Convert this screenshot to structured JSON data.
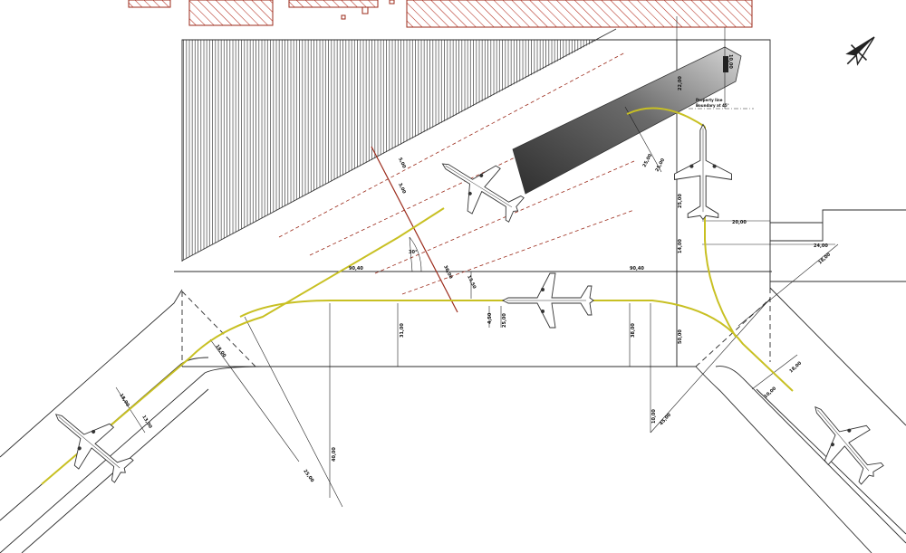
{
  "colors": {
    "taxi_path": "#c8c023",
    "pavement_line": "#2b2b2b",
    "dim_line": "#222222",
    "building_hatch": "#b22a1c",
    "marking_red": "#9b2a1a",
    "hangar_hatch": "#444444",
    "aircraft_fill": "#ffffff",
    "aircraft_stroke": "#333333",
    "shadow_dark": "#3a3a3a",
    "shadow_light": "#c9c9c9"
  },
  "icons": {
    "north_arrow": "north-arrow-icon",
    "aircraft": "aircraft-icon"
  },
  "dimensions": {
    "d_left": "90,40",
    "d_right": "90,40",
    "d_mid_a": "31,00",
    "d_mid_b": "38,00",
    "d_mid_c": "36,00",
    "d_mid_d": "4,50",
    "d_top_a": "5,00",
    "d_top_b": "3,00",
    "d_angle": "30°",
    "d_ra": "13,50",
    "d_rb": "22,00",
    "d_rc": "14,00",
    "d_rd": "20,00",
    "d_re": "24,00",
    "d_bl_a": "18,00",
    "d_bl_b": "13,00",
    "d_bl_c": "18,00",
    "d_bl_d": "40,00",
    "d_bl_e": "25,00",
    "d_br_a": "10,00",
    "d_br_b": "45,00",
    "d_br_c": "10,00",
    "d_br_d": "18,00",
    "d_br_e": "18,00",
    "d_v1": "25,00",
    "d_v2": "25,00",
    "d_v3": "25,00",
    "d_v4": "25,00",
    "d_v5": "50,00",
    "d_top_r": "10,00"
  },
  "notes": {
    "note_line1": "Property line",
    "note_line2": "Boundary at 45°"
  }
}
